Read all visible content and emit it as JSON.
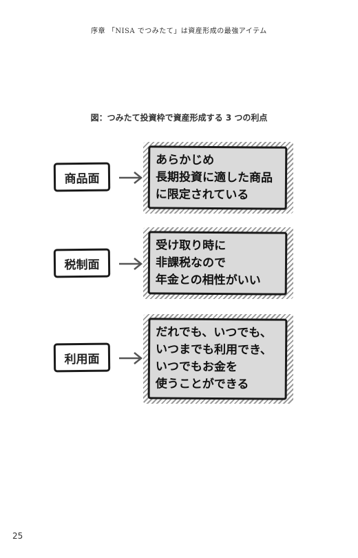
{
  "header": {
    "running_title": "序章 「NISA でつみたて」は資産形成の最強アイテム"
  },
  "figure": {
    "title": "図：つみたて投資枠で資産形成する 3 つの利点",
    "rows": [
      {
        "label": "商品面",
        "lines": [
          "あらかじめ",
          "長期投資に適した商品",
          "に限定されている"
        ]
      },
      {
        "label": "税制面",
        "lines": [
          "受け取り時に",
          "非課税なので",
          "年金との相性がいい"
        ]
      },
      {
        "label": "利用面",
        "lines": [
          "だれでも、いつでも、",
          "いつまでも利用でき、",
          "いつでもお金を",
          "使うことができる"
        ]
      }
    ]
  },
  "footer": {
    "page_number": "25"
  },
  "icons": {
    "arrow": "right-arrow-icon"
  }
}
